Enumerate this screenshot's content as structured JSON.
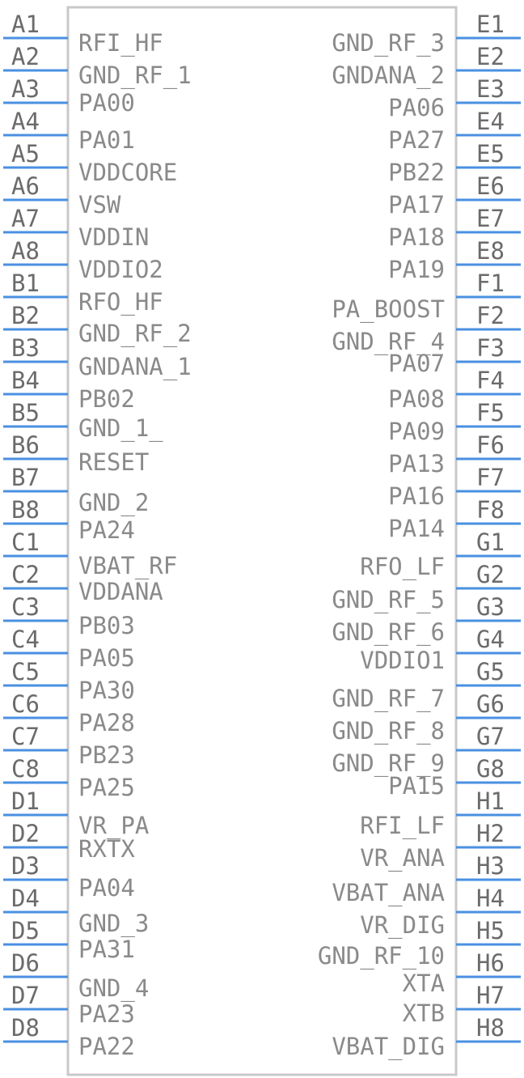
{
  "component": {
    "left_pins": [
      {
        "num": "A1",
        "name": "RFI_HF"
      },
      {
        "num": "A2",
        "name": "GND_RF_1"
      },
      {
        "num": "A3",
        "name": "PA00"
      },
      {
        "num": "A4",
        "name": "PA01"
      },
      {
        "num": "A5",
        "name": "VDDCORE"
      },
      {
        "num": "A6",
        "name": "VSW"
      },
      {
        "num": "A7",
        "name": "VDDIN"
      },
      {
        "num": "A8",
        "name": "VDDIO2"
      },
      {
        "num": "B1",
        "name": "RFO_HF"
      },
      {
        "num": "B2",
        "name": "GND_RF_2"
      },
      {
        "num": "B3",
        "name": "GNDANA_1"
      },
      {
        "num": "B4",
        "name": "PB02"
      },
      {
        "num": "B5",
        "name": "GND_1_"
      },
      {
        "num": "B6",
        "name": "RESET"
      },
      {
        "num": "B7",
        "name": "GND_2"
      },
      {
        "num": "B8",
        "name": "PA24"
      },
      {
        "num": "C1",
        "name": "VBAT_RF"
      },
      {
        "num": "C2",
        "name": "VDDANA"
      },
      {
        "num": "C3",
        "name": "PB03"
      },
      {
        "num": "C4",
        "name": "PA05"
      },
      {
        "num": "C5",
        "name": "PA30"
      },
      {
        "num": "C6",
        "name": "PA28"
      },
      {
        "num": "C7",
        "name": "PB23"
      },
      {
        "num": "C8",
        "name": "PA25"
      },
      {
        "num": "D1",
        "name": "VR_PA"
      },
      {
        "num": "D2",
        "name": "RXTX"
      },
      {
        "num": "D3",
        "name": "PA04"
      },
      {
        "num": "D4",
        "name": "GND_3"
      },
      {
        "num": "D5",
        "name": "PA31"
      },
      {
        "num": "D6",
        "name": "GND_4"
      },
      {
        "num": "D7",
        "name": "PA23"
      },
      {
        "num": "D8",
        "name": "PA22"
      }
    ],
    "right_pins": [
      {
        "num": "E1",
        "name": "GND_RF_3"
      },
      {
        "num": "E2",
        "name": "GNDANA_2"
      },
      {
        "num": "E3",
        "name": "PA06"
      },
      {
        "num": "E4",
        "name": "PA27"
      },
      {
        "num": "E5",
        "name": "PB22"
      },
      {
        "num": "E6",
        "name": "PA17"
      },
      {
        "num": "E7",
        "name": "PA18"
      },
      {
        "num": "E8",
        "name": "PA19"
      },
      {
        "num": "F1",
        "name": "PA_BOOST"
      },
      {
        "num": "F2",
        "name": "GND_RF_4"
      },
      {
        "num": "F3",
        "name": "PA07"
      },
      {
        "num": "F4",
        "name": "PA08"
      },
      {
        "num": "F5",
        "name": "PA09"
      },
      {
        "num": "F6",
        "name": "PA13"
      },
      {
        "num": "F7",
        "name": "PA16"
      },
      {
        "num": "F8",
        "name": "PA14"
      },
      {
        "num": "G1",
        "name": "RFO_LF"
      },
      {
        "num": "G2",
        "name": "GND_RF_5"
      },
      {
        "num": "G3",
        "name": "GND_RF_6"
      },
      {
        "num": "G4",
        "name": "VDDIO1"
      },
      {
        "num": "G5",
        "name": "GND_RF_7"
      },
      {
        "num": "G6",
        "name": "GND_RF_8"
      },
      {
        "num": "G7",
        "name": "GND_RF_9"
      },
      {
        "num": "G8",
        "name": "PA15"
      },
      {
        "num": "H1",
        "name": "RFI_LF"
      },
      {
        "num": "H2",
        "name": "VR_ANA"
      },
      {
        "num": "H3",
        "name": "VBAT_ANA"
      },
      {
        "num": "H4",
        "name": "VR_DIG"
      },
      {
        "num": "H5",
        "name": "GND_RF_10"
      },
      {
        "num": "H6",
        "name": "XTA"
      },
      {
        "num": "H7",
        "name": "XTB"
      },
      {
        "num": "H8",
        "name": "VBAT_DIG"
      }
    ]
  }
}
